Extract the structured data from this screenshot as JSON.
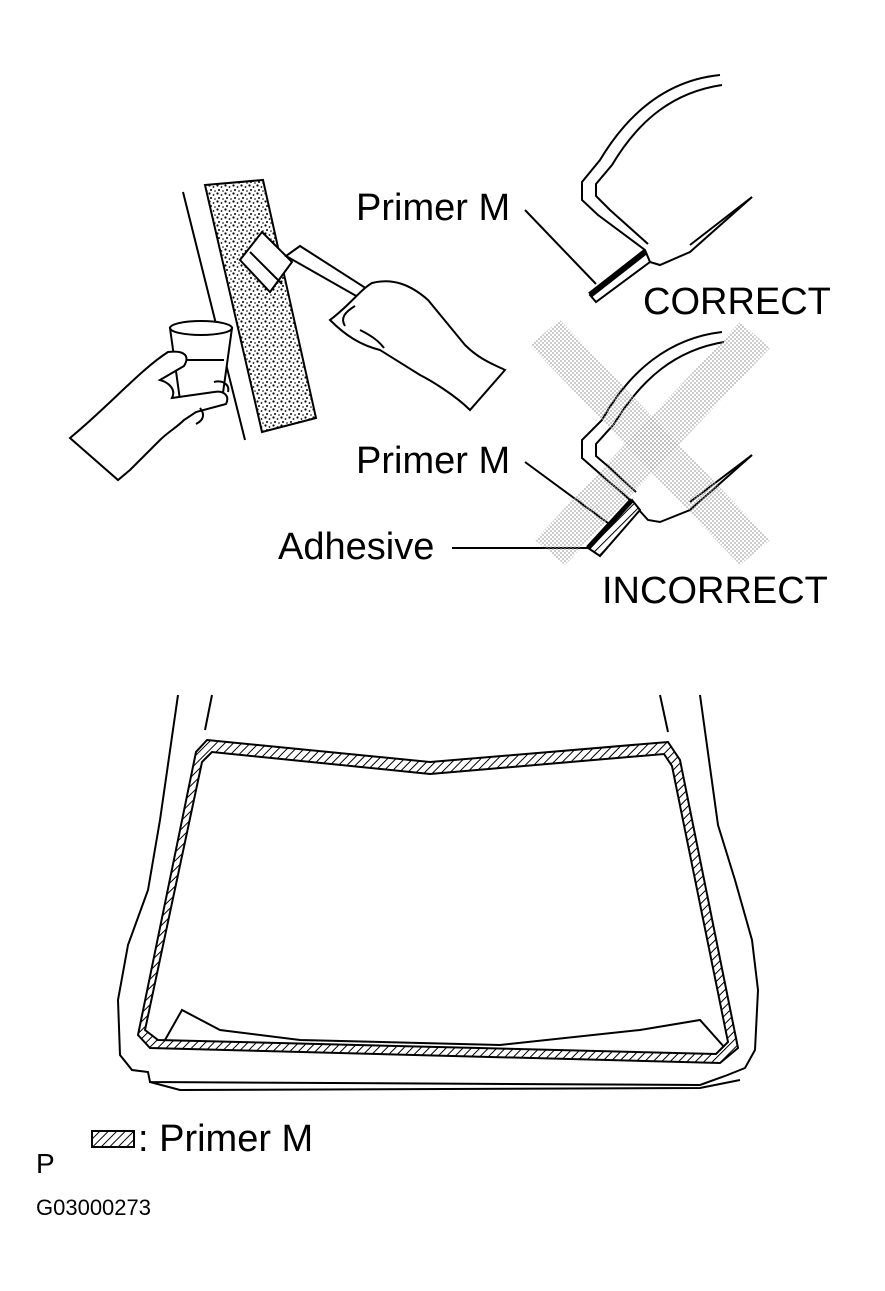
{
  "figure": {
    "correct_panel": {
      "primer_label": "Primer M",
      "status_label": "CORRECT"
    },
    "incorrect_panel": {
      "primer_label": "Primer M",
      "adhesive_label": "Adhesive",
      "status_label": "INCORRECT"
    },
    "legend": {
      "text": ": Primer M",
      "swatch_icon": "hatched-swatch-icon"
    },
    "corner_letter": "P",
    "figure_code": "G03000273",
    "colors": {
      "ink": "#000000",
      "cross_mark": "#b8b8b8",
      "paper": "#ffffff"
    }
  }
}
